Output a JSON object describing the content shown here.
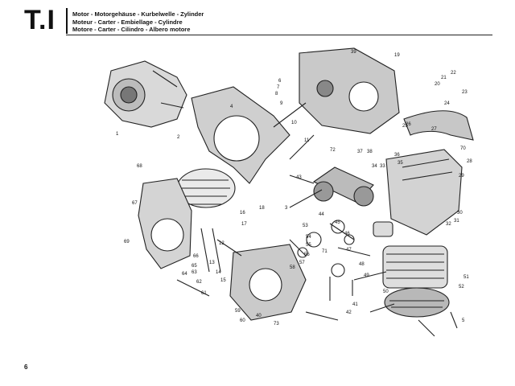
{
  "header": {
    "section_code": "T.I",
    "titles": [
      "Motor - Motorgehäuse - Kurbelwelle - Zylinder",
      "Moteur - Carter - Embiellage - Cylindre",
      "Motore - Carter - Cilindro - Albero motore"
    ]
  },
  "callouts": [
    "1",
    "2",
    "4",
    "39",
    "19",
    "23",
    "24",
    "38",
    "37",
    "36",
    "35",
    "34",
    "33",
    "70",
    "20",
    "21",
    "22",
    "26",
    "27",
    "28",
    "29",
    "30",
    "31",
    "32",
    "25",
    "6",
    "7",
    "8",
    "9",
    "10",
    "11",
    "12",
    "13",
    "14",
    "15",
    "16",
    "17",
    "18",
    "40",
    "41",
    "42",
    "43",
    "44",
    "45",
    "46",
    "47",
    "48",
    "49",
    "50",
    "51",
    "52",
    "53",
    "54",
    "55",
    "56",
    "57",
    "58",
    "59",
    "60",
    "61",
    "62",
    "63",
    "64",
    "65",
    "66",
    "67",
    "68",
    "69",
    "71",
    "72",
    "73",
    "3",
    "5"
  ],
  "footer": {
    "page_number": "6"
  },
  "colors": {
    "ink": "#111111",
    "paper": "#ffffff"
  }
}
